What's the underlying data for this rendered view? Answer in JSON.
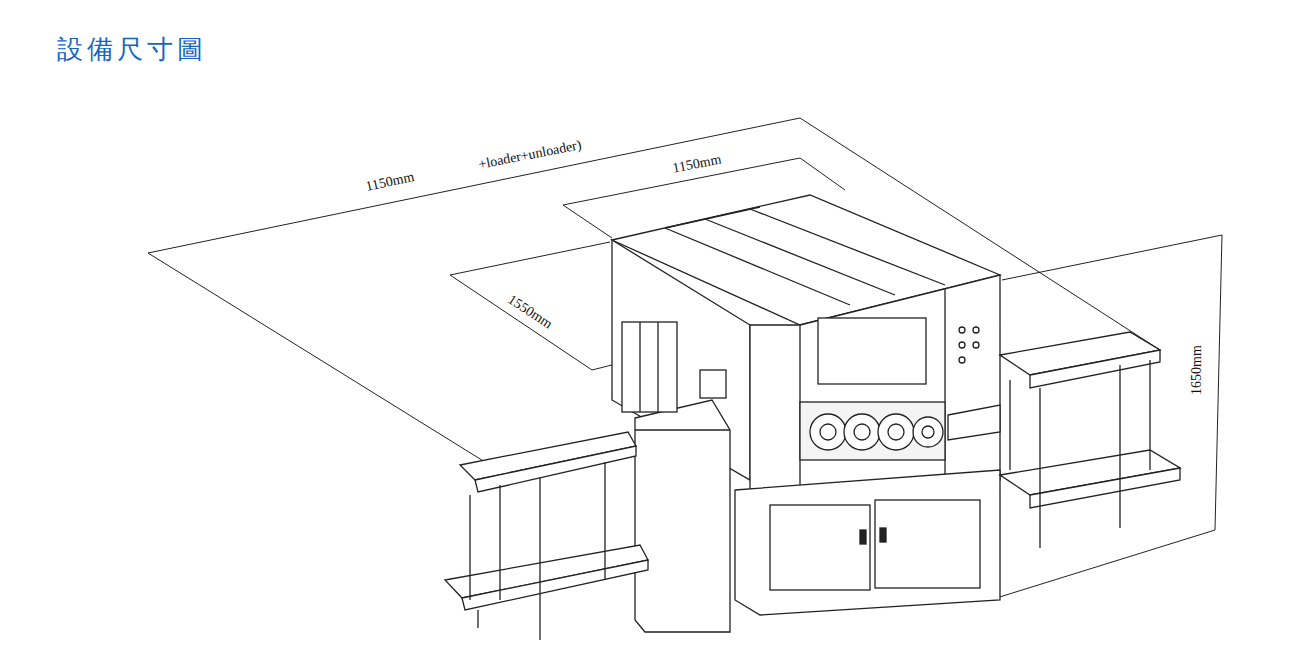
{
  "diagram": {
    "title": "設備尺寸圖",
    "labels": [
      "1150mm",
      "+loader+unloader)",
      "1150mm",
      "1550mm",
      "1650mm"
    ]
  }
}
